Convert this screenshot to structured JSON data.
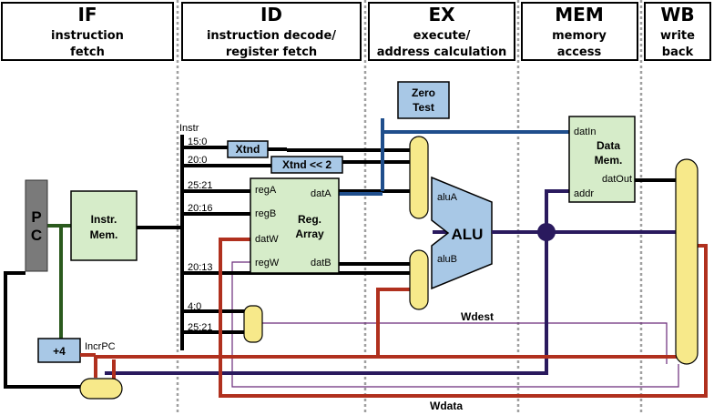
{
  "stages": [
    {
      "title": "IF",
      "line1": "instruction",
      "line2": "fetch"
    },
    {
      "title": "ID",
      "line1": "instruction decode/",
      "line2": "register fetch"
    },
    {
      "title": "EX",
      "line1": "execute/",
      "line2": "address calculation"
    },
    {
      "title": "MEM",
      "line1": "memory",
      "line2": "access"
    },
    {
      "title": "WB",
      "line1": "write",
      "line2": "back"
    }
  ],
  "blocks": {
    "pc": "P\nC",
    "instr_mem": [
      "Instr.",
      "Mem."
    ],
    "xtnd": "Xtnd",
    "xtnd_shift": "Xtnd << 2",
    "zero_test": [
      "Zero",
      "Test"
    ],
    "reg_array": [
      "Reg.",
      "Array"
    ],
    "alu": "ALU",
    "data_mem": [
      "Data",
      "Mem."
    ],
    "plus4": "+4"
  },
  "ports": {
    "regA": "regA",
    "regB": "regB",
    "datW": "datW",
    "regW": "regW",
    "datA": "datA",
    "datB": "datB",
    "aluA": "aluA",
    "aluB": "aluB",
    "datIn": "datIn",
    "datOut": "datOut",
    "addr": "addr"
  },
  "fields": {
    "instr": "Instr",
    "f15_0": "15:0",
    "f20_0": "20:0",
    "f25_21a": "25:21",
    "f20_16": "20:16",
    "f20_13": "20:13",
    "f4_0": "4:0",
    "f25_21b": "25:21"
  },
  "signals": {
    "incr_pc": "IncrPC",
    "wdest": "Wdest",
    "wdata": "Wdata"
  },
  "colors": {
    "blue": "#1f4e8c",
    "red": "#b0301e",
    "navy": "#2a1a5e",
    "green": "#2b5a1e",
    "purple": "#6a2a7a",
    "mux": "#f7e98a",
    "block_green": "#d6ecc9",
    "block_blue": "#a8c8e6",
    "pc_gray": "#7a7a7a"
  }
}
